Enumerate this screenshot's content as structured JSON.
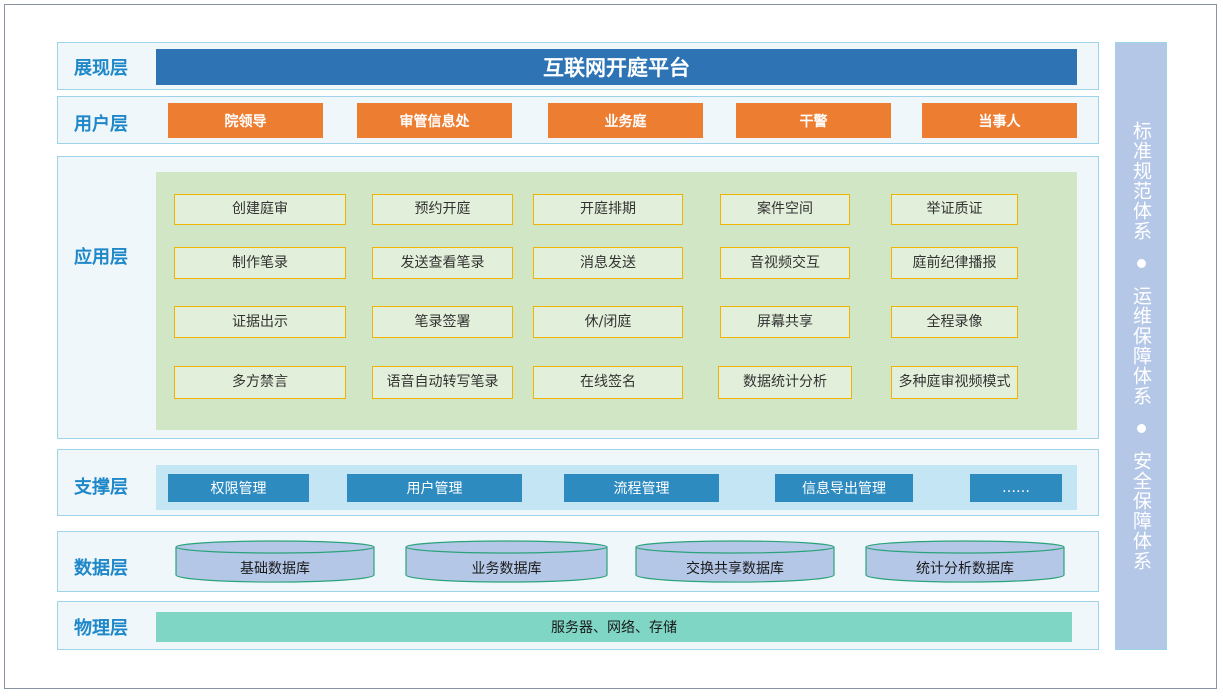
{
  "platform_title": "互联网开庭平台",
  "layers": {
    "presentation": "展现层",
    "user": "用户层",
    "application": "应用层",
    "support": "支撑层",
    "data": "数据层",
    "physical": "物理层"
  },
  "user_roles": [
    "院领导",
    "审管信息处",
    "业务庭",
    "干警",
    "当事人"
  ],
  "applications": [
    [
      "创建庭审",
      "预约开庭",
      "开庭排期",
      "案件空间",
      "举证质证"
    ],
    [
      "制作笔录",
      "发送查看笔录",
      "消息发送",
      "音视频交互",
      "庭前纪律播报"
    ],
    [
      "证据出示",
      "笔录签署",
      "休/闭庭",
      "屏幕共享",
      "全程录像"
    ],
    [
      "多方禁言",
      "语音自动转写笔录",
      "在线签名",
      "数据统计分析",
      "多种庭审视频模式"
    ]
  ],
  "support_services": [
    "权限管理",
    "用户管理",
    "流程管理",
    "信息导出管理",
    "……"
  ],
  "databases": [
    "基础数据库",
    "业务数据库",
    "交换共享数据库",
    "统计分析数据库"
  ],
  "physical": "服务器、网络、存储",
  "side_systems": [
    "标准规范体系",
    "运维保障体系",
    "安全保障体系"
  ],
  "colors": {
    "title_blue": "#2e74b5",
    "user_orange": "#ed7d31",
    "app_green": "#d0e6c4",
    "app_border": "#f0b400",
    "support_blue": "#2e8bc0",
    "db_fill": "#b4c7e7",
    "db_stroke": "#2aa37a",
    "physical_teal": "#7fd6c4",
    "side_panel": "#b4c7e7"
  }
}
